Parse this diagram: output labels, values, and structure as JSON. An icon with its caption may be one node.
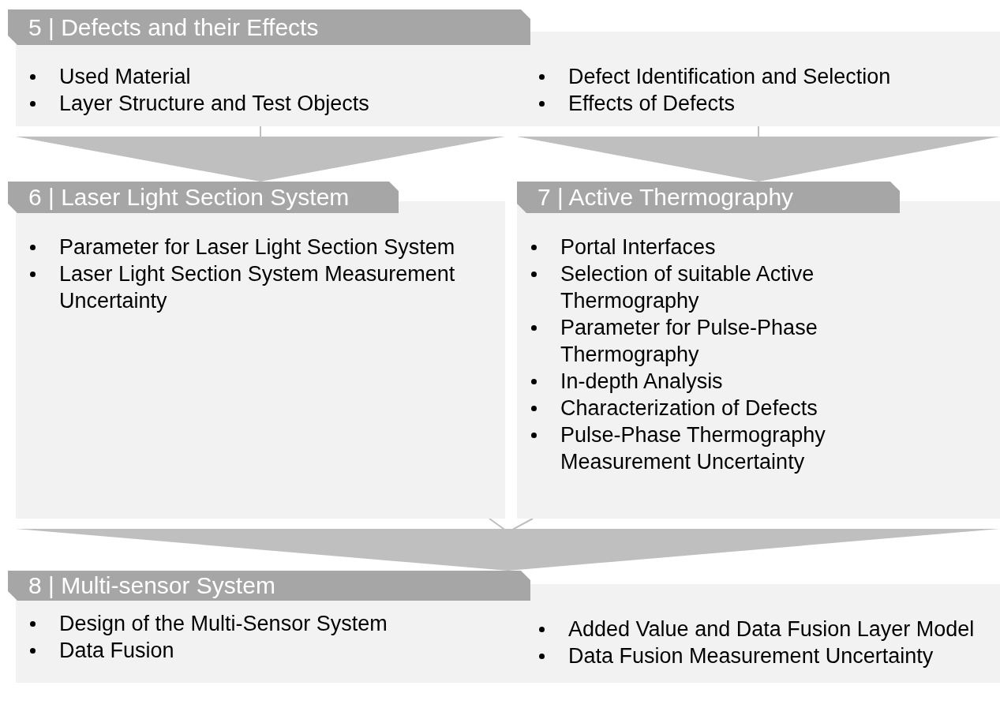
{
  "diagram": {
    "nodes": [
      {
        "text": [
          "5 | Defects and their Effects",
          "Used Material",
          "Layer Structure and Test Objects",
          "Defect Identification and Selection",
          "Effects of Defects"
        ]
      },
      {
        "text": [
          "6 | Laser Light Section System",
          "Parameter for Laser Light Section System",
          "Laser Light Section System Measurement Uncertainty"
        ]
      },
      {
        "text": [
          "7 | Active Thermography",
          "Portal Interfaces",
          "Selection of suitable Active Thermography",
          "Parameter for Pulse-Phase Thermography",
          "In-depth Analysis",
          "Characterization of Defects",
          "Pulse-Phase Thermography Measurement Uncertainty"
        ]
      },
      {
        "text": [
          "8 | Multi-sensor System",
          "Design of the Multi-Sensor System",
          "Data Fusion",
          "Added Value and Data Fusion Layer Model",
          "Data Fusion Measurement Uncertainty"
        ]
      }
    ],
    "edges": [
      {
        "from": 0,
        "to": 1,
        "arrow": "to"
      },
      {
        "from": 0,
        "to": 2,
        "arrow": "to"
      },
      {
        "from": 1,
        "to": 3,
        "arrow": "to"
      },
      {
        "from": 2,
        "to": 3,
        "arrow": "to"
      }
    ]
  }
}
